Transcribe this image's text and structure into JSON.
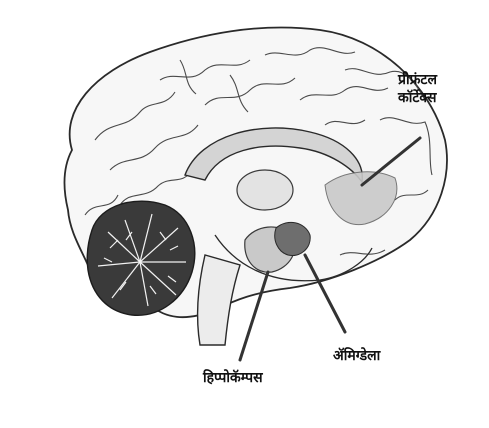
{
  "labels": {
    "prefrontal_cortex": [
      "प्रीफ्रंटल",
      "कॉर्टेक्स"
    ],
    "amygdala": "ॲमिग्डेला",
    "hippocampus": "हिप्पोकॅम्पस"
  },
  "colors": {
    "outline": "#2a2a2a",
    "highlight": "#c9c9c9",
    "amygdala": "#6e6e6e",
    "cerebellum": "#1c1c1c",
    "pointer": "#333333"
  }
}
